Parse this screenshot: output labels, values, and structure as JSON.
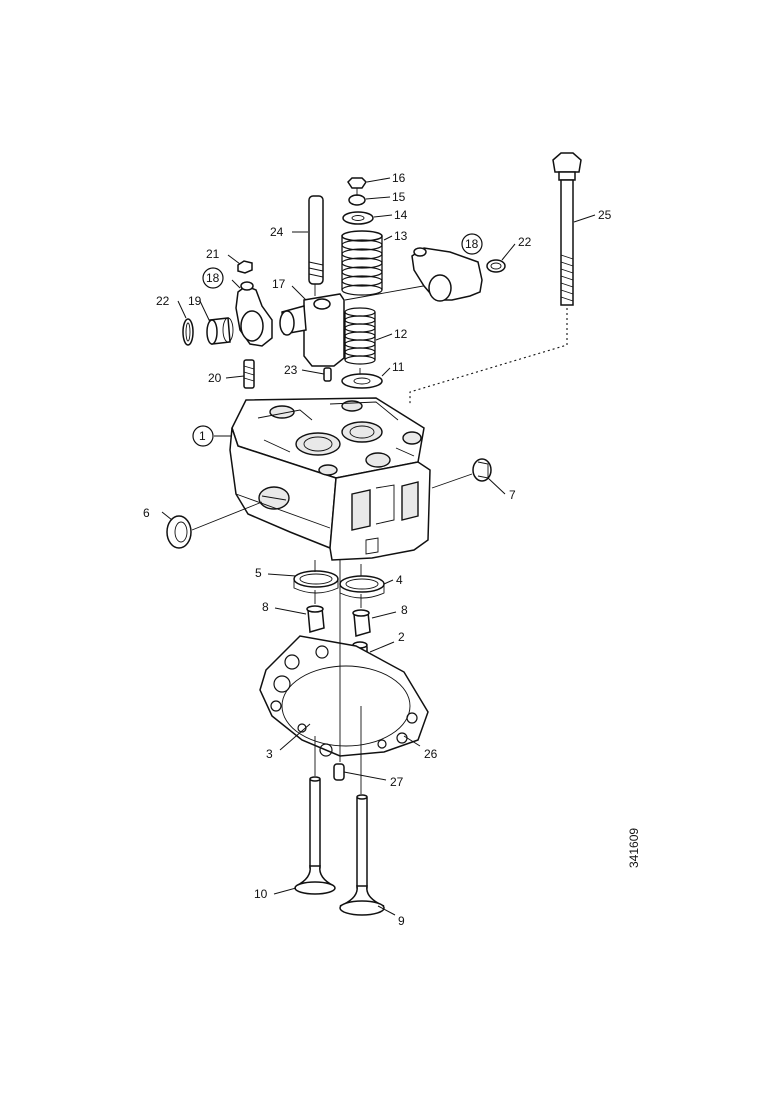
{
  "diagram": {
    "labels": {
      "p1": "1",
      "p2": "2",
      "p3": "3",
      "p4": "4",
      "p5": "5",
      "p6": "6",
      "p7": "7",
      "p8a": "8",
      "p8b": "8",
      "p9": "9",
      "p10": "10",
      "p11": "11",
      "p12": "12",
      "p13": "13",
      "p14": "14",
      "p15": "15",
      "p16": "16",
      "p17": "17",
      "p18a": "18",
      "p18b": "18",
      "p19": "19",
      "p20": "20",
      "p21": "21",
      "p22a": "22",
      "p22b": "22",
      "p23": "23",
      "p24": "24",
      "p25": "25",
      "p26": "26",
      "p27": "27"
    },
    "reference_code": "341609"
  }
}
